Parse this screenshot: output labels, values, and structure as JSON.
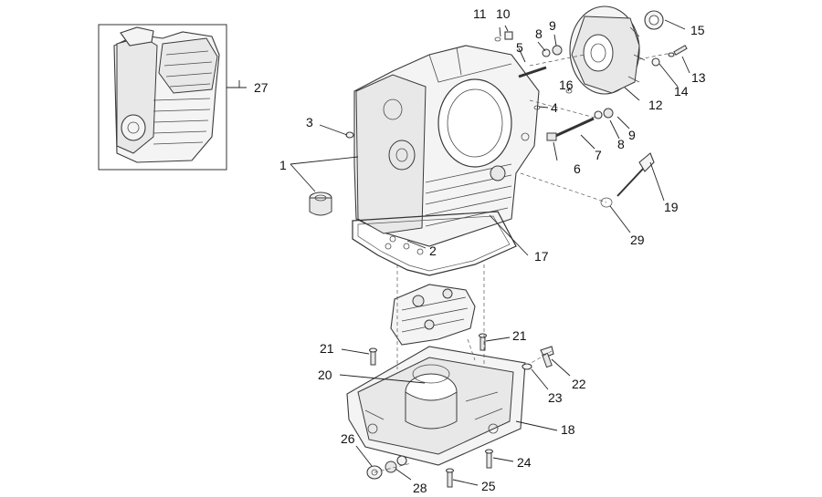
{
  "callouts": {
    "c1": "1",
    "c2": "2",
    "c3": "3",
    "c4": "4",
    "c5": "5",
    "c6": "6",
    "c7": "7",
    "c8a": "8",
    "c8b": "8",
    "c9a": "9",
    "c9b": "9",
    "c10": "10",
    "c11": "11",
    "c12": "12",
    "c13": "13",
    "c14": "14",
    "c15": "15",
    "c16": "16",
    "c17": "17",
    "c18": "18",
    "c19": "19",
    "c20": "20",
    "c21a": "21",
    "c21b": "21",
    "c22": "22",
    "c23": "23",
    "c24": "24",
    "c25": "25",
    "c26": "26",
    "c27": "27",
    "c28": "28",
    "c29": "29"
  }
}
